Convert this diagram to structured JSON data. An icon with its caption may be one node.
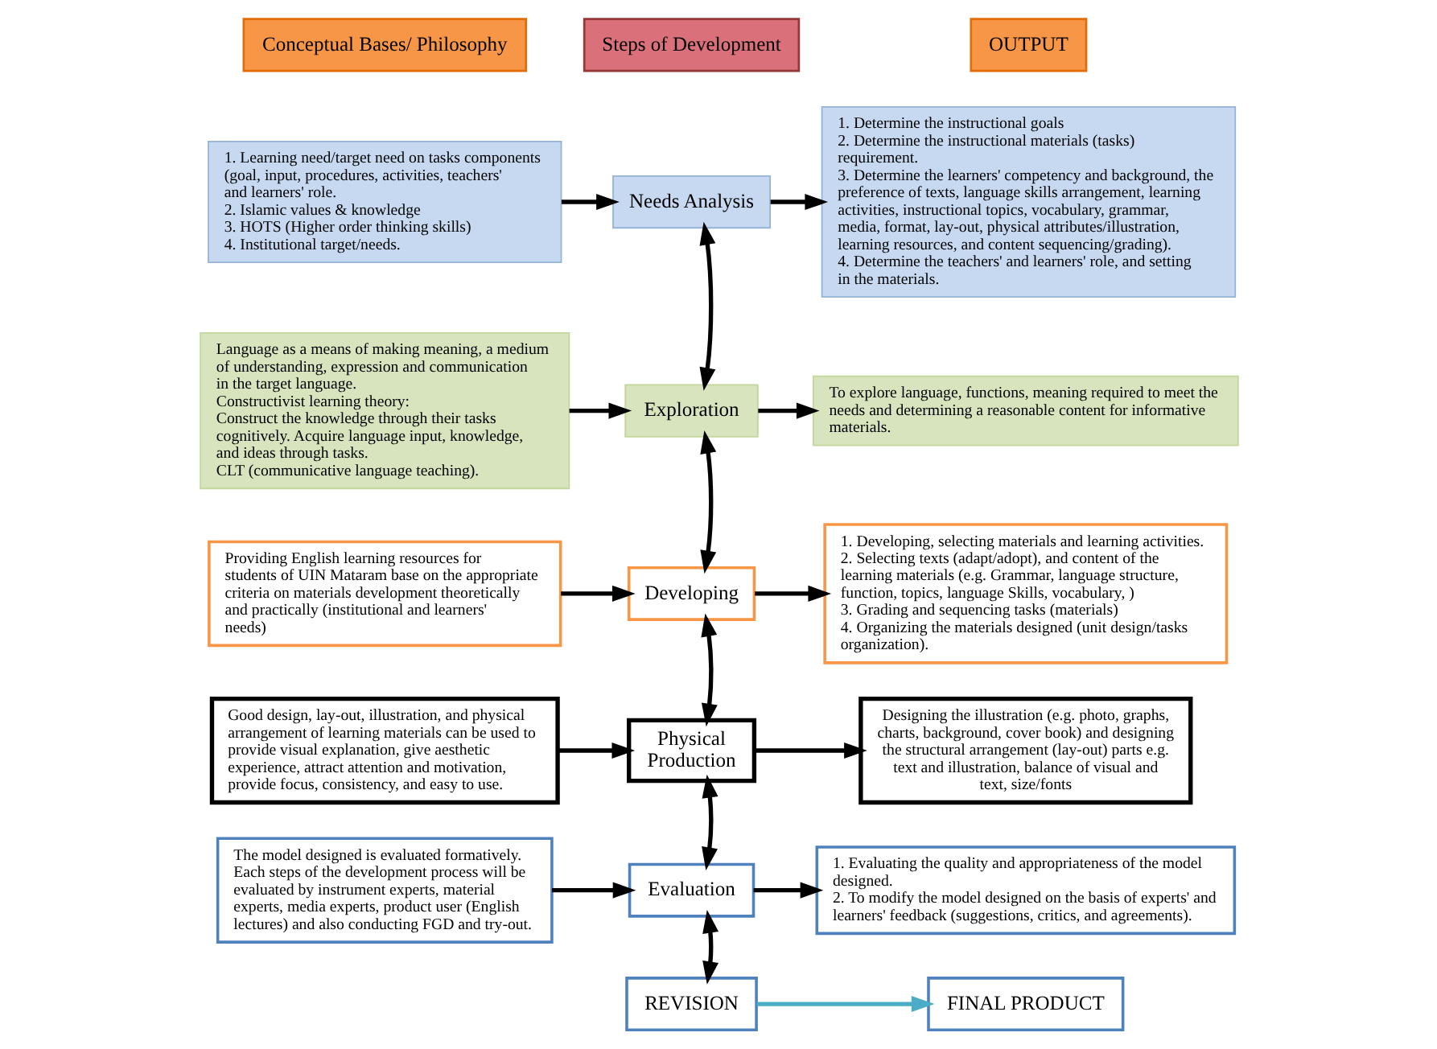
{
  "diagram": {
    "nodes": [
      {
        "text": [
          "Conceptual Bases/ Philosophy"
        ]
      },
      {
        "text": [
          "Steps of Development"
        ]
      },
      {
        "text": [
          "OUTPUT"
        ]
      },
      {
        "text": [
          "1. Learning need/target need on tasks components (goal, input, procedures, activities, teachers' and learners' role.",
          "2. Islamic values & knowledge",
          "3. HOTS (Higher order thinking skills)",
          "4. Institutional target/needs."
        ]
      },
      {
        "text": [
          "Needs Analysis"
        ]
      },
      {
        "text": [
          "1. Determine the instructional goals",
          "2. Determine the instructional materials (tasks) requirement.",
          "3. Determine the learners' competency and background, the preference of texts, language skills arrangement, learning activities, instructional topics, vocabulary, grammar, media, format, lay-out, physical attributes/illustration, learning resources, and content sequencing/grading).",
          "4. Determine the teachers' and learners' role, and setting in the materials."
        ]
      },
      {
        "text": [
          "Language as a means of making meaning, a medium of understanding, expression and communication in the target language.",
          "Constructivist learning theory:",
          "Construct the knowledge through their tasks cognitively. Acquire language input, knowledge, and ideas through tasks.",
          "CLT (communicative language teaching)."
        ]
      },
      {
        "text": [
          "Exploration"
        ]
      },
      {
        "text": [
          "To explore language, functions, meaning required to meet the needs and determining a reasonable content for informative materials."
        ]
      },
      {
        "text": [
          "Providing English learning resources for students of UIN Mataram base on the appropriate criteria on materials development theoretically and practically (institutional and learners' needs)"
        ]
      },
      {
        "text": [
          "Developing"
        ]
      },
      {
        "text": [
          "1. Developing, selecting materials and learning activities.",
          "2. Selecting texts (adapt/adopt), and content of the learning materials (e.g. Grammar, language structure, function, topics, language Skills, vocabulary, )",
          "3. Grading and sequencing tasks (materials)",
          "4. Organizing the materials designed (unit design/tasks organization)."
        ]
      },
      {
        "text": [
          "Good design, lay-out, illustration, and physical arrangement of learning materials can be used to provide visual explanation, give aesthetic experience, attract attention and motivation, provide focus, consistency, and easy to use."
        ]
      },
      {
        "text": [
          "Physical Production"
        ]
      },
      {
        "text": [
          "Designing the illustration (e.g. photo, graphs, charts, background, cover book) and designing the structural arrangement (lay-out) parts e.g. text and illustration, balance of visual and text, size/fonts"
        ]
      },
      {
        "text": [
          "The model designed is evaluated formatively. Each steps of the development process will be evaluated by instrument experts, material experts, media experts, product user (English lectures) and also conducting FGD and try-out."
        ]
      },
      {
        "text": [
          "Evaluation"
        ]
      },
      {
        "text": [
          "1. Evaluating the quality and appropriateness of the model designed.",
          "2. To modify the model designed on the basis of experts' and learners' feedback (suggestions, critics, and agreements)."
        ]
      },
      {
        "text": [
          "REVISION"
        ]
      },
      {
        "text": [
          "FINAL PRODUCT"
        ]
      }
    ],
    "edges": [
      {
        "from": 3,
        "to": 4,
        "arrow": "to"
      },
      {
        "from": 4,
        "to": 5,
        "arrow": "to"
      },
      {
        "from": 4,
        "to": 7,
        "arrow": "both"
      },
      {
        "from": 6,
        "to": 7,
        "arrow": "to"
      },
      {
        "from": 7,
        "to": 8,
        "arrow": "to"
      },
      {
        "from": 7,
        "to": 10,
        "arrow": "both"
      },
      {
        "from": 9,
        "to": 10,
        "arrow": "to"
      },
      {
        "from": 10,
        "to": 11,
        "arrow": "to"
      },
      {
        "from": 10,
        "to": 13,
        "arrow": "both"
      },
      {
        "from": 12,
        "to": 13,
        "arrow": "to"
      },
      {
        "from": 13,
        "to": 14,
        "arrow": "to"
      },
      {
        "from": 13,
        "to": 16,
        "arrow": "both"
      },
      {
        "from": 15,
        "to": 16,
        "arrow": "to"
      },
      {
        "from": 16,
        "to": 17,
        "arrow": "to"
      },
      {
        "from": 16,
        "to": 18,
        "arrow": "both"
      },
      {
        "from": 18,
        "to": 19,
        "arrow": "to",
        "color": "#4bacc6"
      }
    ]
  }
}
